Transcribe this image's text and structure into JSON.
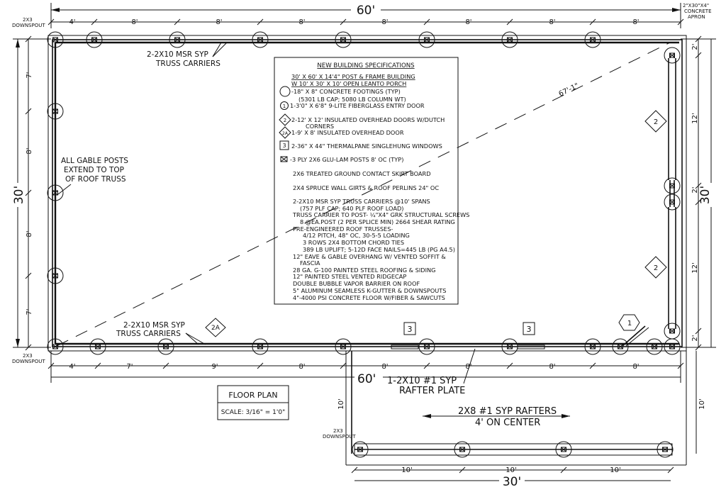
{
  "overall": {
    "length_top": "60'",
    "width_left": "30'",
    "width_right": "30'",
    "length_bottom_label": "60'",
    "diagonal": "67'-1\""
  },
  "apron_label": [
    "2\"X30\"X4\"",
    "CONCRETE",
    "APRON"
  ],
  "downspout_labels": {
    "top_left": [
      "2X3",
      "DOWNSPOUT"
    ],
    "bottom_left": [
      "2X3",
      "DOWNSPOUT"
    ],
    "porch": [
      "2X3",
      "DOWNSPOUT"
    ]
  },
  "top_dimensions": [
    "4'",
    "8'",
    "8'",
    "8'",
    "8'",
    "8'",
    "8'",
    "8'"
  ],
  "bottom_dimensions": [
    "4'",
    "7'",
    "9'",
    "8'",
    "8'",
    "8'",
    "8'",
    "8'"
  ],
  "left_dimensions": [
    "7'",
    "8'",
    "8'",
    "7'"
  ],
  "right_dimensions": [
    "2'",
    "12'",
    "2'",
    "12'",
    "2'"
  ],
  "porch_dimensions": {
    "depth": "10'",
    "depth_right": "10'",
    "bays": [
      "10'",
      "10'",
      "10'"
    ],
    "total": "30'"
  },
  "notes": {
    "truss_carriers_top": [
      "2-2X10 MSR SYP",
      "TRUSS CARRIERS"
    ],
    "truss_carriers_bottom": [
      "2-2X10 MSR SYP",
      "TRUSS CARRIERS"
    ],
    "gable_posts": [
      "ALL GABLE POSTS",
      "EXTEND TO TOP",
      "OF ROOF TRUSS"
    ],
    "rafter_plate": [
      "1-2X10 #1 SYP",
      "RAFTER PLATE"
    ],
    "rafters": [
      "2X8 #1 SYP RAFTERS",
      "4' ON CENTER"
    ]
  },
  "tags": {
    "door_2a": "2A",
    "door_2_upper": "2",
    "door_2_lower": "2",
    "window_left": "3",
    "window_right": "3",
    "entry_door": "1"
  },
  "specs": {
    "title": "NEW BUILDING SPECIFICATIONS",
    "heading1": "30' X 60' X 14'4\" POST & FRAME BUILDING",
    "heading2": "W 10' X 30' X 10' OPEN LEANTO PORCH",
    "legend": [
      {
        "symbol": "",
        "text": "-18\" X 8\" CONCRETE FOOTINGS (TYP)"
      },
      {
        "symbol": "",
        "text": "(5301 LB CAP; 5080 LB COLUMN WT)"
      },
      {
        "symbol": "1",
        "text": "1-3'0\" X 6'8\" 9-LITE FIBERGLASS ENTRY DOOR"
      },
      {
        "symbol": "2",
        "text": "2-12' X 12' INSULATED OVERHEAD DOORS W/DUTCH"
      },
      {
        "symbol": "",
        "text": "CORNERS"
      },
      {
        "symbol": "2A",
        "text": "1-9' X 8' INSULATED OVERHEAD DOOR"
      },
      {
        "symbol": "3",
        "text": "2-36\" X 44\" THERMALPANE SINGLEHUNG WINDOWS"
      },
      {
        "symbol": "",
        "text": "-3 PLY 2X6 GLU-LAM POSTS 8' OC (TYP)"
      }
    ],
    "lines": [
      "2X6 TREATED GROUND CONTACT SKIRT BOARD",
      "2X4 SPRUCE WALL GIRTS & ROOF PERLINS 24\" OC",
      "2-2X10 MSR SYP TRUSS CARRIERS @10' SPANS",
      "(757 PLF CAP; 640 PLF ROOF LOAD)",
      "TRUSS CARRIER TO POST- ¼\"X4\" GRK STRUCTURAL SCREWS",
      "8 @EA.POST (2 PER SPLICE MIN) 2664 SHEAR RATING",
      "PRE-ENGINEERED ROOF TRUSSES-",
      "4/12 PITCH, 48\" OC, 30-5-5 LOADING",
      "3 ROWS 2X4 BOTTOM CHORD TIES",
      "389 LB UPLIFT; 5-12D FACE NAILS=445 LB (PG A4.5)",
      "12\" EAVE & GABLE OVERHANG W/ VENTED SOFFIT &",
      "FASCIA",
      "28 GA. G-100 PAINTED STEEL ROOFING & SIDING",
      "12\" PAINTED STEEL VENTED RIDGECAP",
      "DOUBLE BUBBLE VAPOR BARRIER ON ROOF",
      "5\" ALUMINUM SEAMLESS K-GUTTER & DOWNSPOUTS",
      "4\"-4000 PSI CONCRETE FLOOR W/FIBER & SAWCUTS"
    ]
  },
  "title_block": {
    "title": "FLOOR PLAN",
    "scale": "SCALE: 3/16\" = 1'0\""
  }
}
